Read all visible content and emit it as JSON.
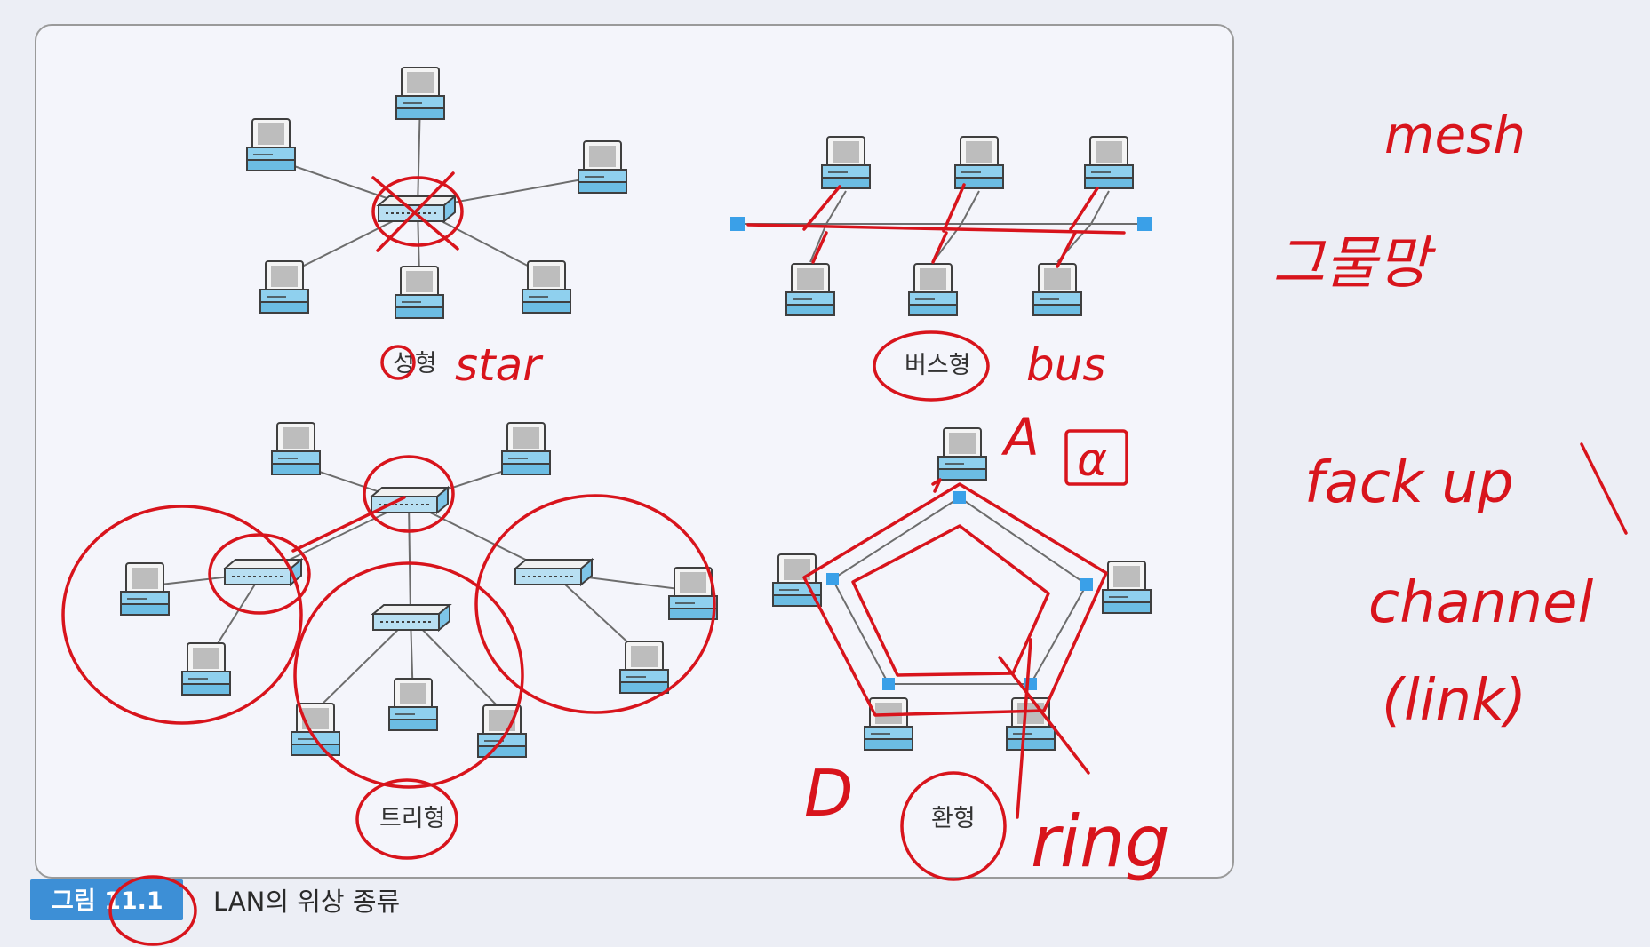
{
  "figure": {
    "badge": "그림 11.1",
    "caption": "LAN의 위상 종류"
  },
  "topologies": {
    "star": {
      "label": "성형"
    },
    "bus": {
      "label": "버스형"
    },
    "tree": {
      "label": "트리형"
    },
    "ring": {
      "label": "환형"
    }
  },
  "annotations": {
    "star": "star",
    "bus": "bus",
    "ring": "ring",
    "mesh": "mesh",
    "mesh_kr": "그물망",
    "ring_a": "A",
    "ring_alpha": "α",
    "ring_d": "D",
    "fault_up": "fack up",
    "channel": "channel",
    "link": "(link)"
  },
  "colors": {
    "ink": "#d8141c",
    "badge": "#3d8fd6",
    "node_accent": "#8fd0ee",
    "connector": "#3aa0e8"
  }
}
